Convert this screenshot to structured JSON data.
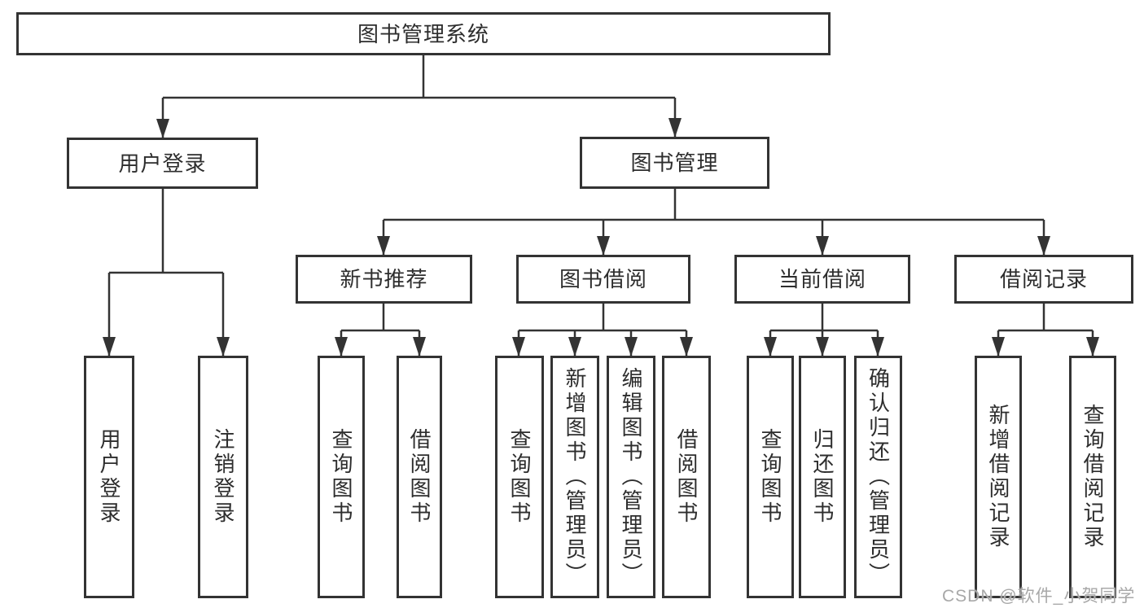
{
  "diagram": {
    "root": {
      "label": "图书管理系统",
      "children": [
        {
          "label": "用户登录",
          "children": [
            {
              "label": "用户登录"
            },
            {
              "label": "注销登录"
            }
          ]
        },
        {
          "label": "图书管理",
          "children": [
            {
              "label": "新书推荐",
              "children": [
                {
                  "label": "查询图书"
                },
                {
                  "label": "借阅图书"
                }
              ]
            },
            {
              "label": "图书借阅",
              "children": [
                {
                  "label": "查询图书"
                },
                {
                  "label": "新增图书（管理员）"
                },
                {
                  "label": "编辑图书（管理员）"
                },
                {
                  "label": "借阅图书"
                }
              ]
            },
            {
              "label": "当前借阅",
              "children": [
                {
                  "label": "查询图书"
                },
                {
                  "label": "归还图书"
                },
                {
                  "label": "确认归还（管理员）"
                }
              ]
            },
            {
              "label": "借阅记录",
              "children": [
                {
                  "label": "新增借阅记录"
                },
                {
                  "label": "查询借阅记录"
                }
              ]
            }
          ]
        }
      ]
    }
  },
  "watermark": {
    "text": "CSDN @软件_小贺同学"
  },
  "colors": {
    "line": "#333333",
    "box_border": "#333333",
    "text": "#2d2d2d",
    "watermark": "#a8a8a8",
    "background": "#ffffff"
  }
}
